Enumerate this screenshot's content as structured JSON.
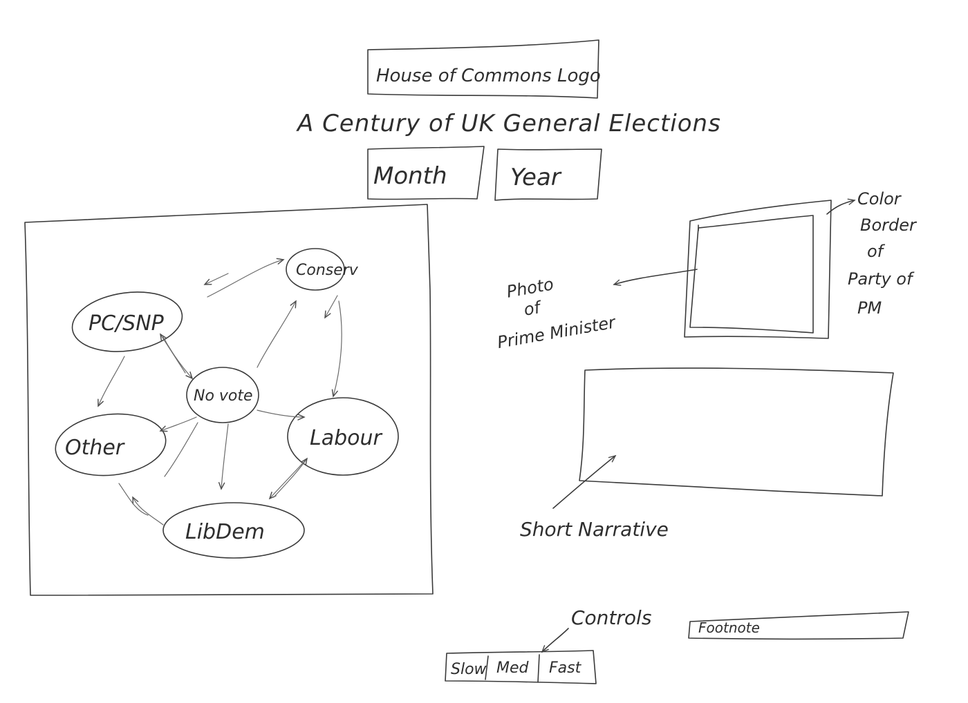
{
  "header": {
    "logo_placeholder": "House of Commons Logo",
    "title": "A Century of UK General Elections",
    "month_selector": "Month",
    "year_selector": "Year"
  },
  "flow_diagram": {
    "nodes": {
      "conserv": "Conserv",
      "pc_snp": "PC/SNP",
      "no_vote": "No vote",
      "labour": "Labour",
      "other": "Other",
      "libdem": "LibDem"
    }
  },
  "annotations": {
    "photo_line1": "Photo",
    "photo_line2": "of",
    "photo_line3": "Prime Minister",
    "border_line1": "Color",
    "border_line2": "Border",
    "border_line3": "of",
    "border_line4": "Party of",
    "border_line5": "PM",
    "narrative": "Short Narrative",
    "controls": "Controls"
  },
  "controls": {
    "slow": "Slow",
    "med": "Med",
    "fast": "Fast"
  },
  "footnote": "Footnote"
}
